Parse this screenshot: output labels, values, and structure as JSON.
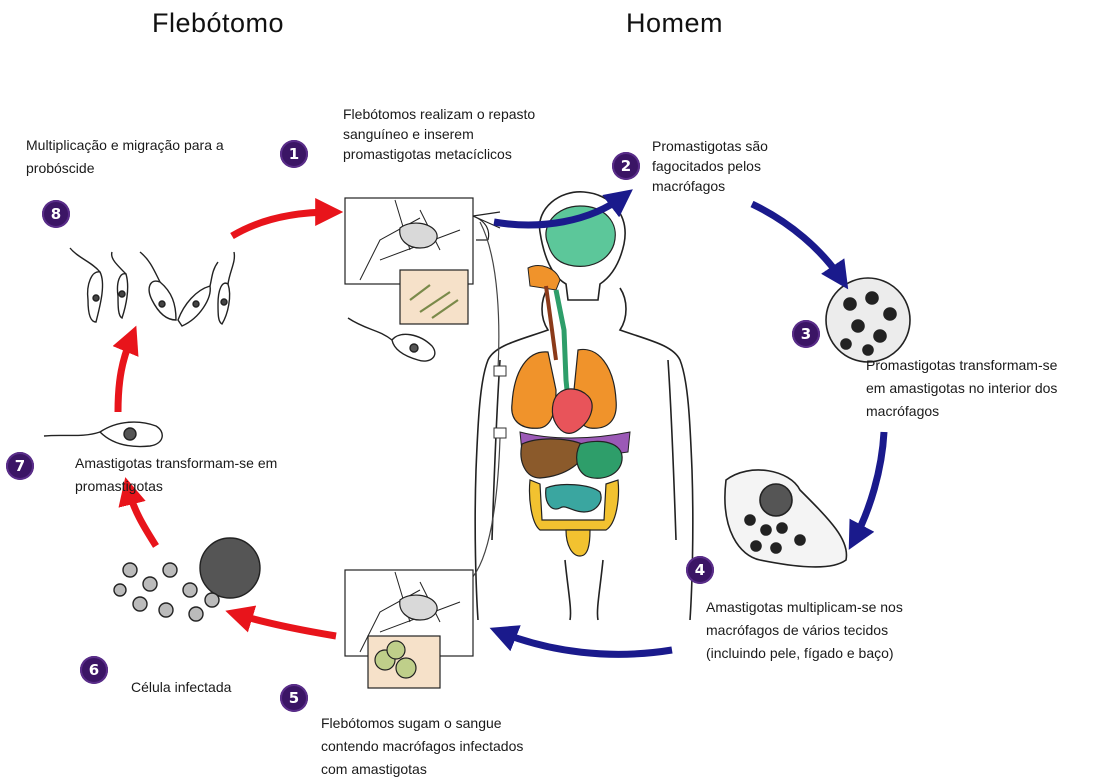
{
  "headers": {
    "left": "Flebótomo",
    "right": "Homem"
  },
  "steps": [
    {
      "number": "1",
      "text": "Flebótomos realizam o repasto\nsanguíneo e inserem\npromastigotas metacíclicos"
    },
    {
      "number": "2",
      "text": "Promastigotas são\nfagocitados pelos\nmacrófagos"
    },
    {
      "number": "3",
      "text": "Promastigotas transformam-se\nem amastigotas no interior dos\nmacrófagos"
    },
    {
      "number": "4",
      "text": "Amastigotas multiplicam-se nos\nmacrófagos de vários tecidos\n(incluindo pele, fígado e baço)"
    },
    {
      "number": "5",
      "text": "Flebótomos sugam o sangue\ncontendo macrófagos infectados\ncom amastigotas"
    },
    {
      "number": "6",
      "text": "Célula infectada"
    },
    {
      "number": "7",
      "text": "Amastigotas transformam-se em\npromastigotas"
    },
    {
      "number": "8",
      "text": "Multiplicação e migração para a\nprobóscide"
    }
  ],
  "colors": {
    "sandfly_arrows": "#e8141b",
    "human_arrows": "#1a1a8c",
    "badge": "#3b1565",
    "brain": "#5cc79a",
    "lungs": "#f0932b",
    "heart": "#e8545a",
    "liver": "#8b5a2b",
    "stomach": "#2e9e6a",
    "intestine": "#f2c230",
    "colon": "#3aa6a0"
  }
}
